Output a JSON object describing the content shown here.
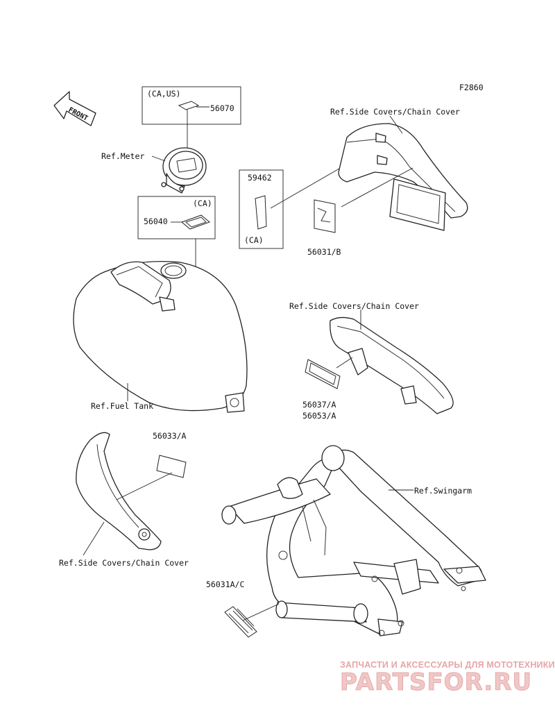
{
  "figure_code": "F2860",
  "front_label": "FRONT",
  "labels": {
    "meter_region": "(CA,US)",
    "part_56070": "56070",
    "ref_meter": "Ref.Meter",
    "part_59462": "59462",
    "ca_59462": "(CA)",
    "ca_56040": "(CA)",
    "part_56040": "56040",
    "ref_side_covers_top": "Ref.Side Covers/Chain Cover",
    "part_56031_b": "56031/B",
    "ref_side_covers_mid": "Ref.Side Covers/Chain Cover",
    "part_56037_a": "56037/A",
    "part_56053_a": "56053/A",
    "ref_fuel_tank": "Ref.Fuel Tank",
    "part_56033_a": "56033/A",
    "ref_swingarm": "Ref.Swingarm",
    "ref_side_covers_bottom": "Ref.Side Covers/Chain Cover",
    "part_56031a_c": "56031A/C"
  },
  "watermark": {
    "tagline": "ЗАПЧАСТИ И АКСЕССУАРЫ ДЛЯ МОТОТЕХНИКИ",
    "brand": "PARTSFOR.RU"
  }
}
